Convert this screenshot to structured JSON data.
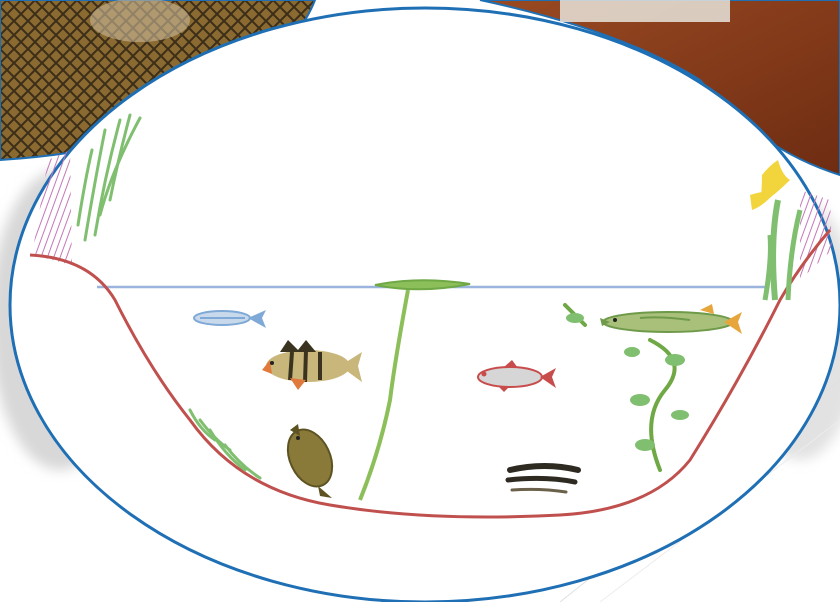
{
  "scene": {
    "background_photos": [
      {
        "name": "fishing-net-photo",
        "colors": [
          "#7a5a2a",
          "#b89048",
          "#3c2e18"
        ]
      },
      {
        "name": "wooden-floor-photo",
        "colors": [
          "#8a3d1c",
          "#a85828",
          "#6e2c12"
        ]
      }
    ],
    "colors": {
      "ellipse_border": "#1f6fb5",
      "water_line": "#9bb4dd",
      "lake_bed": "#c0504d",
      "bank_hatching": "#c478b8",
      "reeds": "#7fbf6f",
      "water_lily": "#8cbf5a",
      "iris_flower": "#f2d53c",
      "shadow": "#d8d8d8"
    },
    "organisms": [
      {
        "name": "small-silver-fish",
        "kind": "fish",
        "colors": [
          "#7fa9d6",
          "#c9d9ec"
        ]
      },
      {
        "name": "perch",
        "kind": "fish",
        "colors": [
          "#c9b67a",
          "#3a3320",
          "#e07a3c"
        ]
      },
      {
        "name": "roach",
        "kind": "fish",
        "colors": [
          "#c84c4c",
          "#d6d6d6"
        ]
      },
      {
        "name": "pike",
        "kind": "fish",
        "colors": [
          "#6f9a4a",
          "#a8c07a",
          "#e6a63c"
        ]
      },
      {
        "name": "carp",
        "kind": "fish",
        "colors": [
          "#8a7a3a",
          "#5d5322"
        ]
      },
      {
        "name": "eel",
        "kind": "fish",
        "colors": [
          "#2e2a22",
          "#6b604a"
        ]
      },
      {
        "name": "water-lily",
        "kind": "plant"
      },
      {
        "name": "climbing-waterweed",
        "kind": "plant"
      },
      {
        "name": "yellow-iris",
        "kind": "plant"
      },
      {
        "name": "reeds-left",
        "kind": "plant"
      },
      {
        "name": "bottom-weed",
        "kind": "plant"
      }
    ]
  }
}
